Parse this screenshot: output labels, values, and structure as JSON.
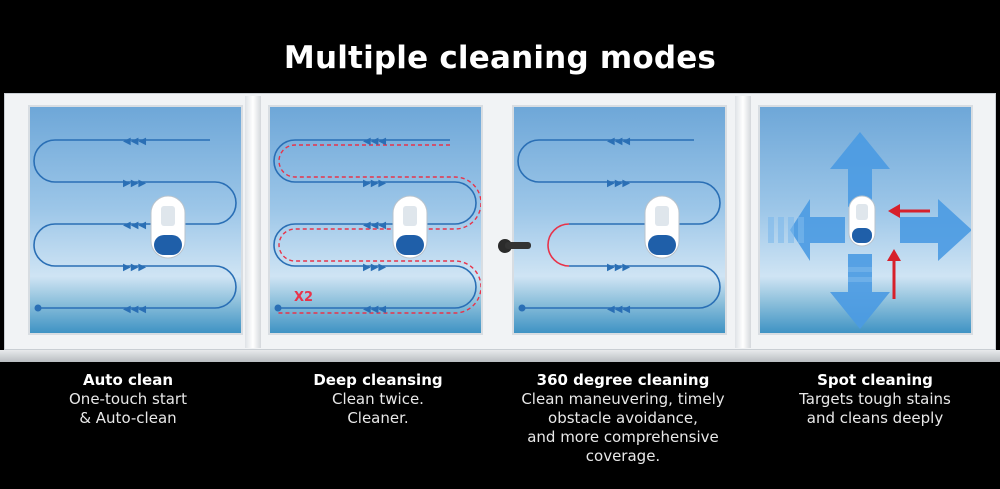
{
  "title": "Multiple cleaning modes",
  "modes": [
    {
      "name": "Auto clean",
      "desc": [
        "One-touch start",
        "& Auto-clean"
      ]
    },
    {
      "name": "Deep cleansing",
      "desc": [
        "Clean twice.",
        "Cleaner."
      ]
    },
    {
      "name": "360 degree cleaning",
      "desc": [
        "Clean maneuvering, timely",
        "obstacle avoidance,",
        "and more comprehensive",
        "coverage."
      ]
    },
    {
      "name": "Spot cleaning",
      "desc": [
        "Targets tough stains",
        "and cleans deeply"
      ]
    }
  ],
  "deep_cleansing_badge": "X2",
  "colors": {
    "path_blue": "#2a6fb5",
    "path_red": "#e8334a",
    "arrow_blue": "#3f8ed8",
    "marker_red": "#d7202b"
  }
}
